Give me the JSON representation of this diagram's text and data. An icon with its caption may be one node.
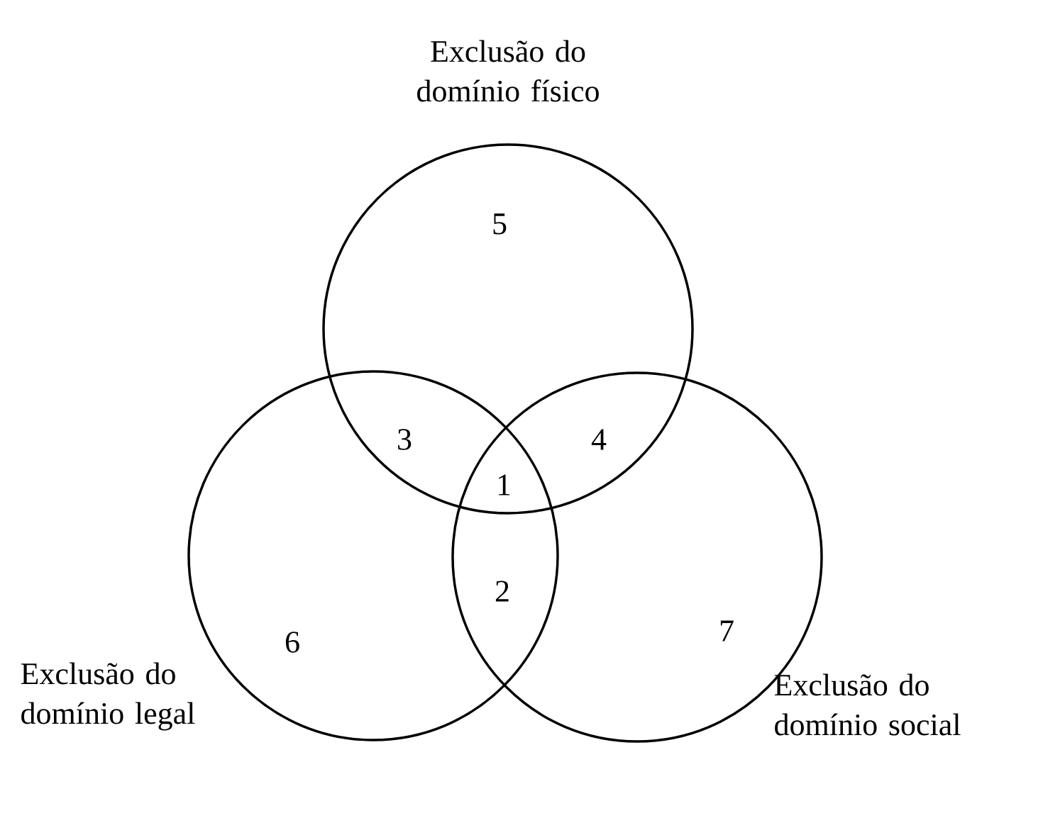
{
  "diagram": {
    "nodes": [
      {
        "text": [
          "Exclusão do domínio físico"
        ]
      },
      {
        "text": [
          "Exclusão do domínio legal"
        ]
      },
      {
        "text": [
          "Exclusão do domínio social"
        ]
      }
    ],
    "labels": [
      "5",
      "3",
      "1",
      "4",
      "2",
      "6",
      "7"
    ]
  }
}
